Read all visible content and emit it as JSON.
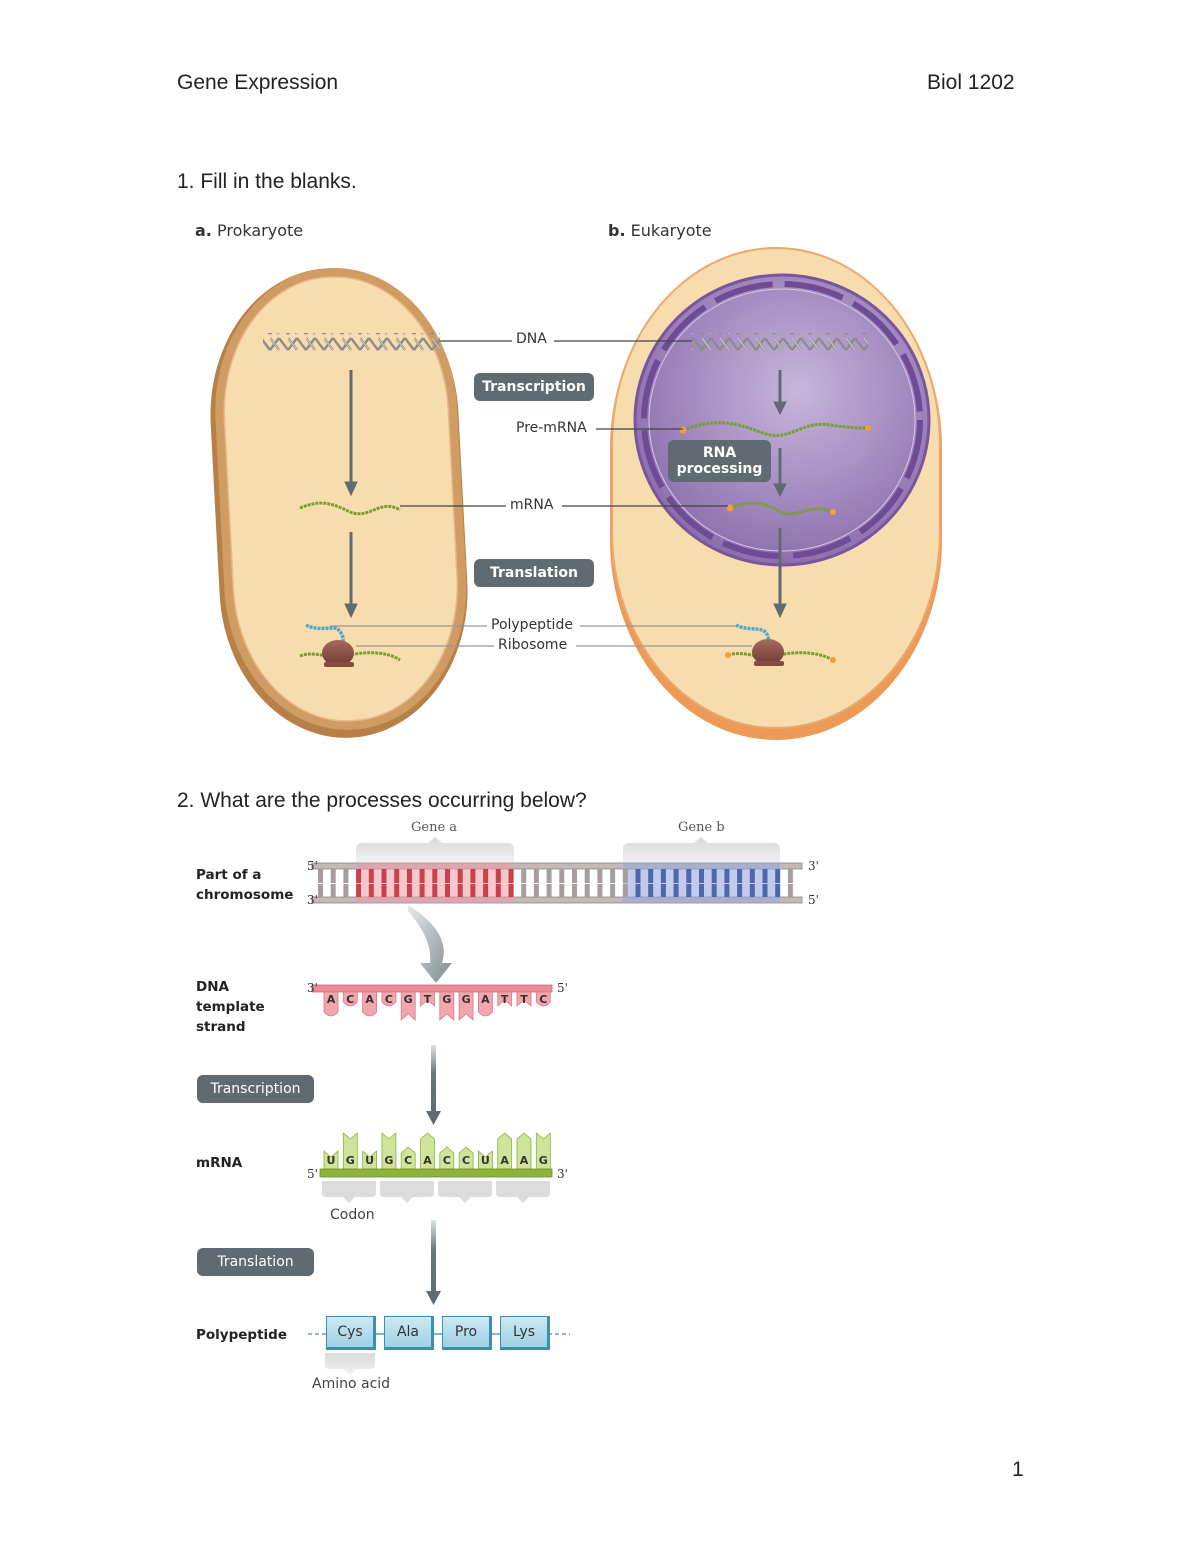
{
  "header": {
    "title": "Gene Expression",
    "course": "Biol 1202"
  },
  "question1": {
    "prompt": "1. Fill in the blanks.",
    "panel_a": {
      "letter": "a.",
      "label": "Prokaryote"
    },
    "panel_b": {
      "letter": "b.",
      "label": "Eukaryote"
    },
    "labels": {
      "dna": "DNA",
      "pre_mrna": "Pre-mRNA",
      "mrna": "mRNA",
      "polypeptide": "Polypeptide",
      "ribosome": "Ribosome"
    },
    "processes": {
      "transcription": "Transcription",
      "rna_processing_line1": "RNA",
      "rna_processing_line2": "processing",
      "translation": "Translation"
    }
  },
  "question2": {
    "prompt": "2. What are the processes occurring below?",
    "gene_a": "Gene a",
    "gene_b": "Gene b",
    "row_labels": {
      "chromosome_line1": "Part of a",
      "chromosome_line2": "chromosome",
      "template_line1": "DNA",
      "template_line2": "template",
      "template_line3": "strand",
      "mrna": "mRNA",
      "polypeptide": "Polypeptide"
    },
    "primes": {
      "five": "5'",
      "three": "3'"
    },
    "processes": {
      "transcription": "Transcription",
      "translation": "Translation"
    },
    "template_bases": [
      "A",
      "C",
      "A",
      "C",
      "G",
      "T",
      "G",
      "G",
      "A",
      "T",
      "T",
      "C"
    ],
    "mrna_bases": [
      "U",
      "G",
      "U",
      "G",
      "C",
      "A",
      "C",
      "C",
      "U",
      "A",
      "A",
      "G"
    ],
    "codon_label": "Codon",
    "amino_acids": [
      "Cys",
      "Ala",
      "Pro",
      "Lys"
    ],
    "amino_acid_label": "Amino acid"
  },
  "footer": {
    "page_number": "1"
  },
  "colors": {
    "process_box": "#5f6b70",
    "prokaryote_wall": "#c8955a",
    "cytoplasm": "#f7dcae",
    "eukaryote_wall": "#f2a362",
    "nucleus": "#a48bc0",
    "gene_a": "#e0606e",
    "gene_b": "#6f86c4",
    "mrna_green": "#8db33a",
    "amino_blue": "#9fd0e4"
  }
}
